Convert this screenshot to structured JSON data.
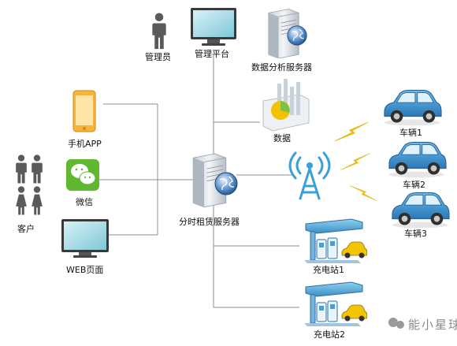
{
  "labels": {
    "admin": "管理员",
    "mgmt_platform": "管理平台",
    "data_server": "数据分析服务器",
    "data": "数据",
    "mobile_app": "手机APP",
    "wechat": "微信",
    "web_page": "WEB页面",
    "customers": "客户",
    "rental_server": "分时租赁服务器",
    "vehicle1": "车辆1",
    "vehicle2": "车辆2",
    "vehicle3": "车辆3",
    "station1": "充电站1",
    "station2": "充电站2"
  },
  "watermark": "能小星球",
  "icons": [
    "person-icon",
    "monitor-icon",
    "server-icon",
    "chart-icon",
    "phone-icon",
    "wechat-icon",
    "signal-tower-icon",
    "lightning-icon",
    "car-icon",
    "charging-station-icon",
    "people-icon"
  ],
  "colors": {
    "line": "#8c8c8c",
    "car": "#3d9ad6",
    "lightning": "#f2c40f",
    "tower": "#3aa0d8",
    "wechat": "#5fb82f",
    "phone": "#f3b33c"
  }
}
